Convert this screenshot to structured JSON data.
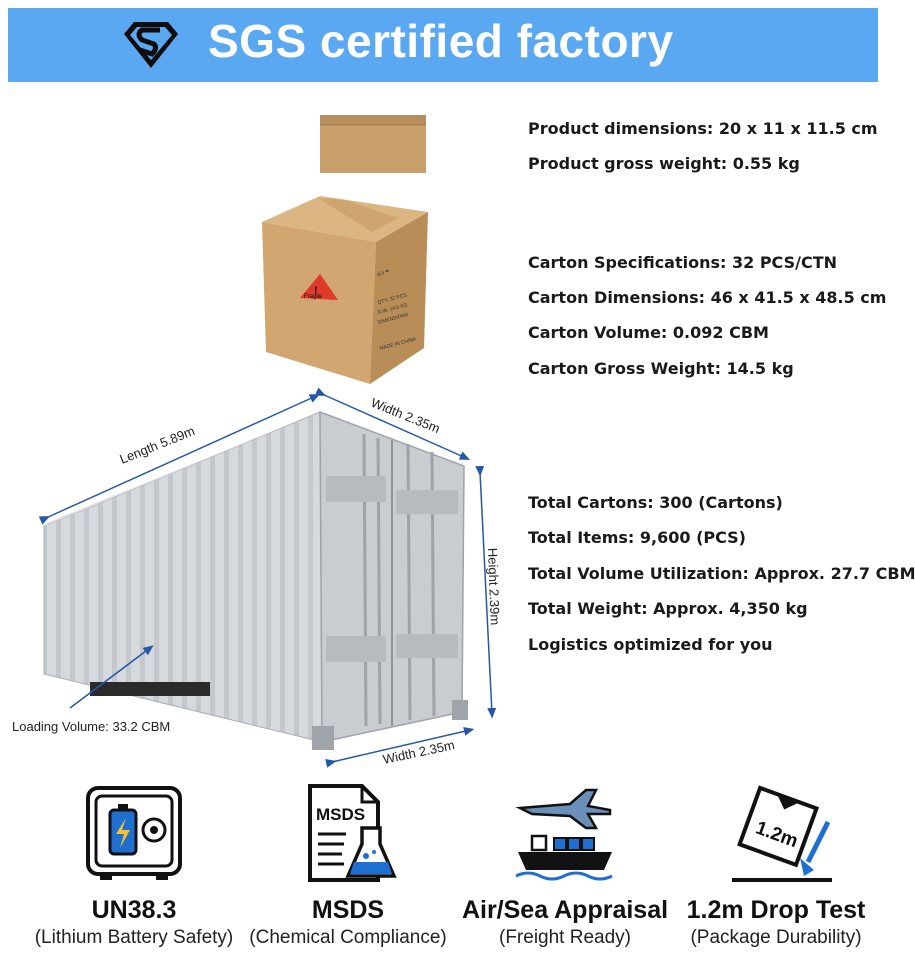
{
  "banner": {
    "title": "SGS certified factory",
    "logo_icon": "shield-logo-icon",
    "background": "#5aa7f2"
  },
  "product": {
    "dimensions": "Product dimensions: 20 x 11 x 11.5 cm",
    "gross_weight": "Product gross weight: 0.55 kg"
  },
  "carton": {
    "specifications": "Carton Specifications: 32 PCS/CTN",
    "dimensions": "Carton Dimensions: 46 x 41.5 x 48.5 cm",
    "volume": "Carton Volume: 0.092 CBM",
    "gross_weight": "Carton Gross Weight: 14.5 kg",
    "box_label_fragile": "Fragile",
    "box_label_made_in": "MADE IN CHINA"
  },
  "totals": {
    "cartons": "Total Cartons: 300 (Cartons)",
    "items": "Total Items: 9,600 (PCS)",
    "volume_utilization": "Total Volume Utilization: Approx. 27.7 CBM",
    "weight": "Total Weight: Approx. 4,350 kg",
    "tagline": "Logistics optimized for you"
  },
  "container": {
    "length": "Length 5.89m",
    "width_top": "Width 2.35m",
    "height": "Height 2.39m",
    "width_bottom": "Width 2.35m",
    "loading_volume": "Loading Volume: 33.2 CBM"
  },
  "certifications": [
    {
      "title": "UN38.3",
      "subtitle": "(Lithium Battery Safety)",
      "icon": "battery-safe-icon"
    },
    {
      "title": "MSDS",
      "subtitle": "(Chemical Compliance)",
      "icon": "msds-document-icon",
      "icon_text": "MSDS"
    },
    {
      "title": "Air/Sea Appraisal",
      "subtitle": "(Freight Ready)",
      "icon": "plane-ship-icon"
    },
    {
      "title": "1.2m Drop Test",
      "subtitle": "(Package Durability)",
      "icon": "drop-test-icon",
      "icon_text": "1.2m"
    }
  ]
}
